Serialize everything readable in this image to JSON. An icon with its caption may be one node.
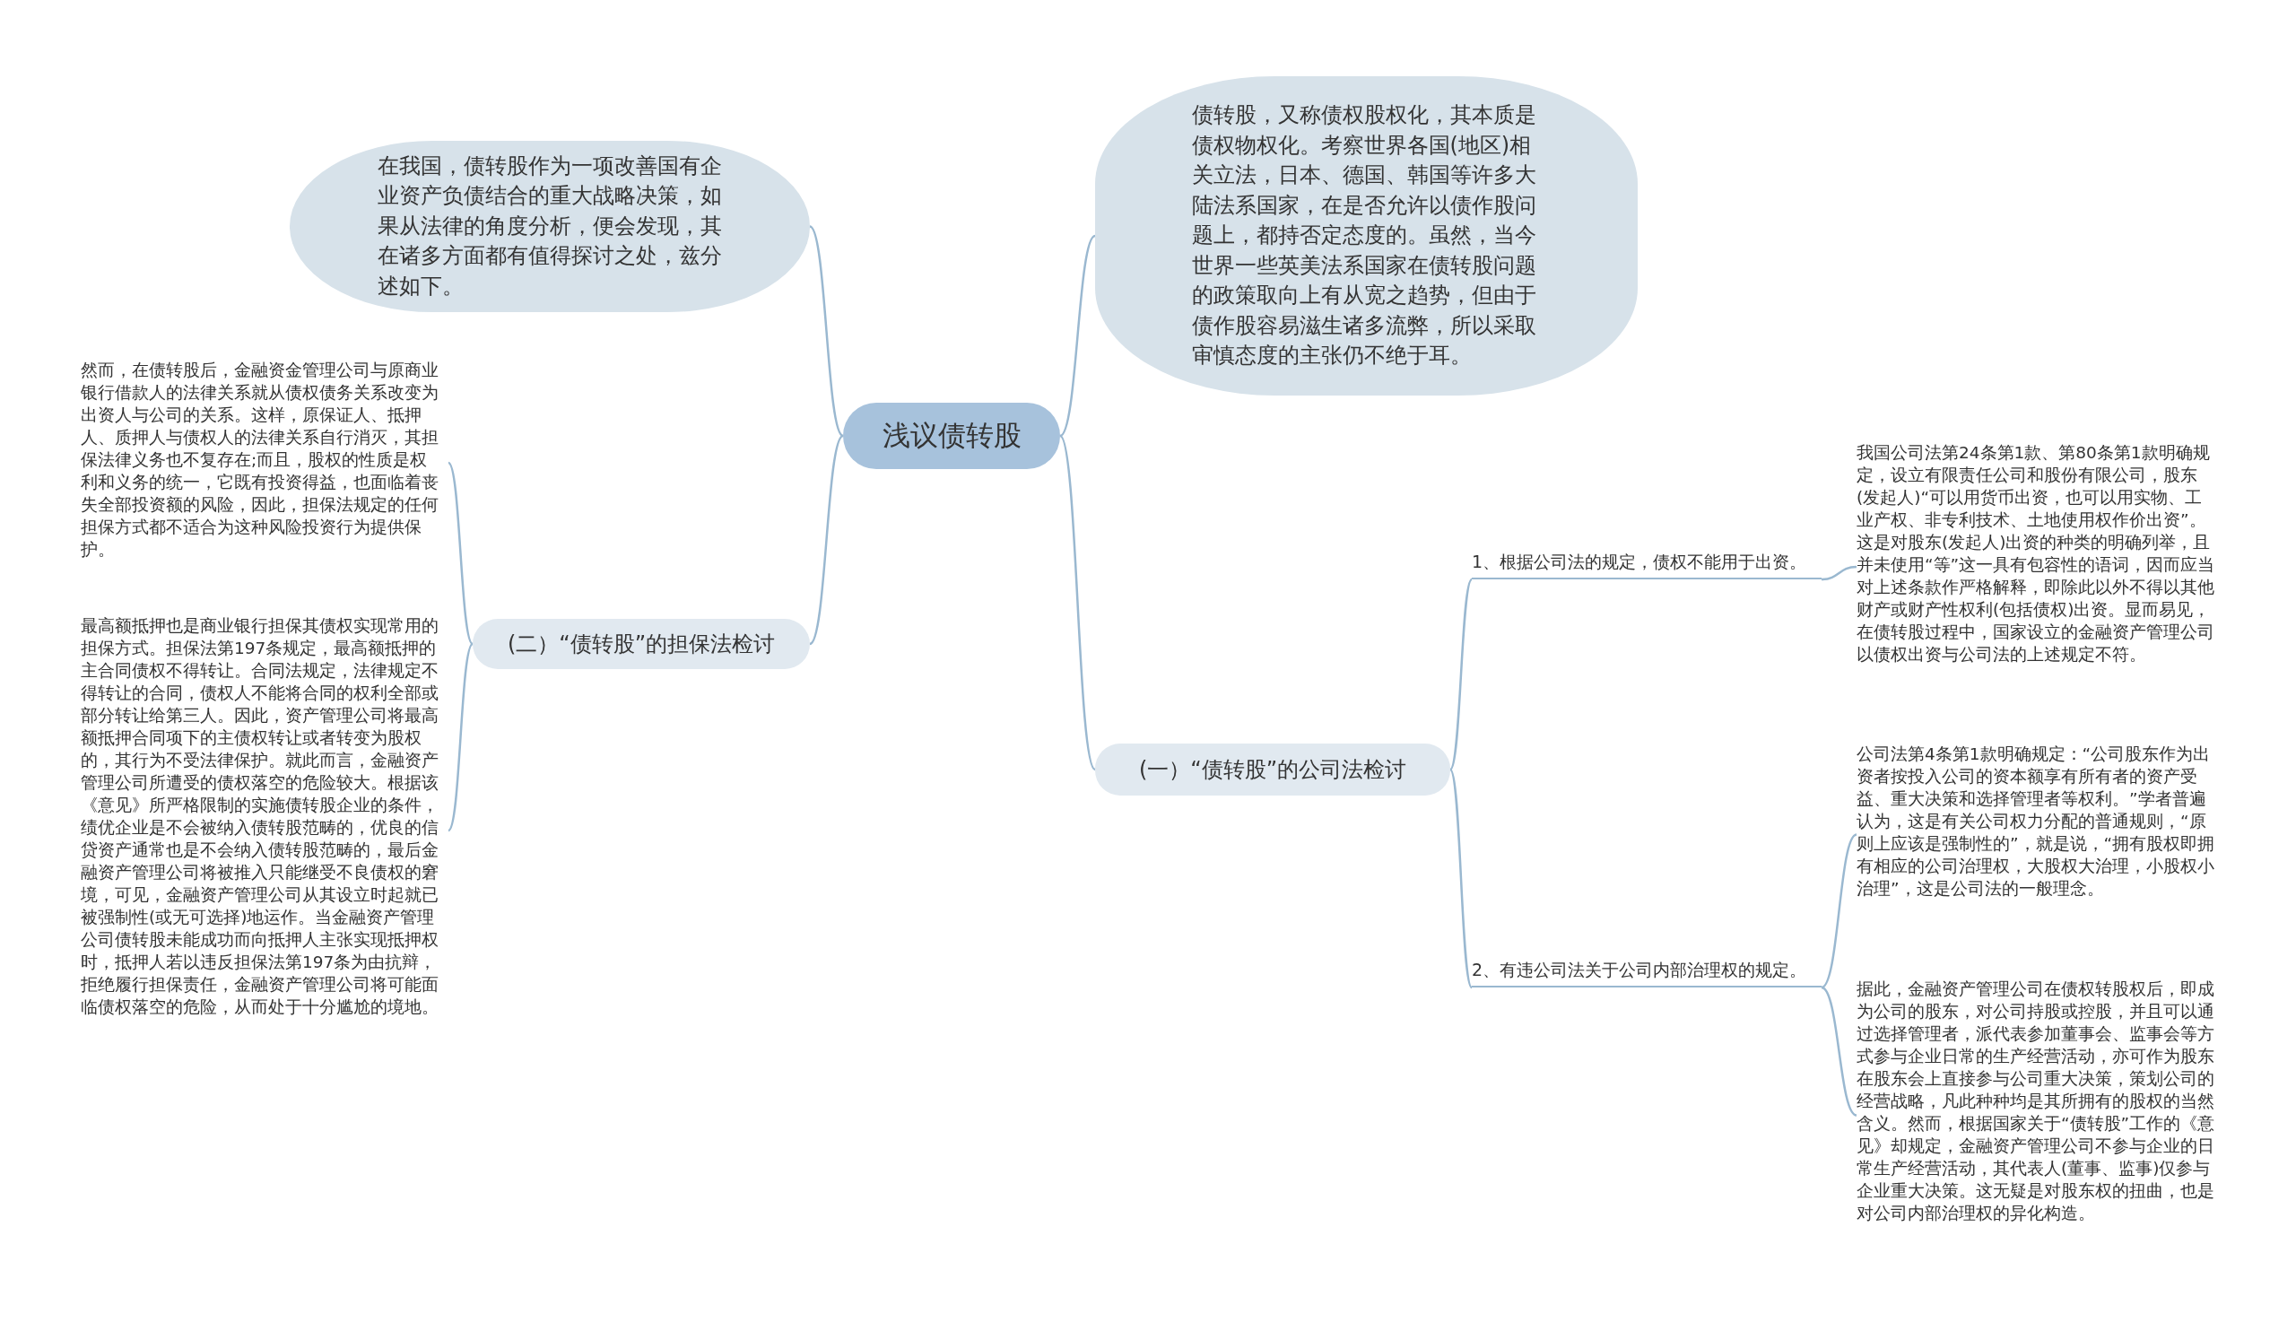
{
  "diagram": {
    "nodes": [
      {
        "text": [
          "浅议债转股"
        ]
      },
      {
        "text": [
          "在我国，债转股作为一项改善国有企业资产负债结合的重大战略决策，如果从法律的角度分析，便会发现，其在诸多方面都有值得探讨之处，兹分述如下。"
        ]
      },
      {
        "text": [
          "债转股，又称债权股权化，其本质是债权物权化。考察世界各国(地区)相关立法，日本、德国、韩国等许多大陆法系国家，在是否允许以债作股问题上，都持否定态度的。虽然，当今世界一些英美法系国家在债转股问题的政策取向上有从宽之趋势，但由于债作股容易滋生诸多流弊，所以采取审慎态度的主张仍不绝于耳。"
        ]
      },
      {
        "text": [
          "(二）“债转股”的担保法检讨"
        ]
      },
      {
        "text": [
          "然而，在债转股后，金融资金管理公司与原商业银行借款人的法律关系就从债权债务关系改变为出资人与公司的关系。这样，原保证人、抵押人、质押人与债权人的法律关系自行消灭，其担保法律义务也不复存在;而且，股权的性质是权利和义务的统一，它既有投资得益，也面临着丧失全部投资额的风险，因此，担保法规定的任何担保方式都不适合为这种风险投资行为提供保护。"
        ]
      },
      {
        "text": [
          "最高额抵押也是商业银行担保其债权实现常用的担保方式。担保法第197条规定，最高额抵押的主合同债权不得转让。合同法规定，法律规定不得转让的合同，债权人不能将合同的权利全部或部分转让给第三人。因此，资产管理公司将最高额抵押合同项下的主债权转让或者转变为股权的，其行为不受法律保护。就此而言，金融资产管理公司所遭受的债权落空的危险较大。根据该《意见》所严格限制的实施债转股企业的条件，绩优企业是不会被纳入债转股范畴的，优良的信贷资产通常也是不会纳入债转股范畴的，最后金融资产管理公司将被推入只能继受不良债权的窘境，可见，金融资产管理公司从其设立时起就已被强制性(或无可选择)地运作。当金融资产管理公司债转股未能成功而向抵押人主张实现抵押权时，抵押人若以违反担保法第197条为由抗辩，拒绝履行担保责任，金融资产管理公司将可能面临债权落空的危险，从而处于十分尴尬的境地。"
        ]
      },
      {
        "text": [
          "(一）“债转股”的公司法检讨"
        ]
      },
      {
        "text": [
          "1、根据公司法的规定，债权不能用于出资。"
        ]
      },
      {
        "text": [
          "我国公司法第24条第1款、第80条第1款明确规定，设立有限责任公司和股份有限公司，股东(发起人)“可以用货币出资，也可以用实物、工业产权、非专利技术、土地使用权作价出资”。这是对股东(发起人)出资的种类的明确列举，且并未使用“等”这一具有包容性的语词，因而应当对上述条款作严格解释，即除此以外不得以其他财产或财产性权利(包括债权)出资。显而易见，在债转股过程中，国家设立的金融资产管理公司以债权出资与公司法的上述规定不符。"
        ]
      },
      {
        "text": [
          "2、有违公司法关于公司内部治理权的规定。"
        ]
      },
      {
        "text": [
          "公司法第4条第1款明确规定：“公司股东作为出资者按投入公司的资本额享有所有者的资产受益、重大决策和选择管理者等权利。”学者普遍认为，这是有关公司权力分配的普通规则，“原则上应该是强制性的”，就是说，“拥有股权即拥有相应的公司治理权，大股权大治理，小股权小治理”，这是公司法的一般理念。"
        ]
      },
      {
        "text": [
          "据此，金融资产管理公司在债权转股权后，即成为公司的股东，对公司持股或控股，并且可以通过选择管理者，派代表参加董事会、监事会等方式参与企业日常的生产经营活动，亦可作为股东在股东会上直接参与公司重大决策，策划公司的经营战略，凡此种种均是其所拥有的股权的当然含义。然而，根据国家关于“债转股”工作的《意见》却规定，金融资产管理公司不参与企业的日常生产经营活动，其代表人(董事、监事)仅参与企业重大决策。这无疑是对股东权的扭曲，也是对公司内部治理权的异化构造。"
        ]
      }
    ],
    "edges": [
      {
        "from": 0,
        "to": 1,
        "arrow": "none"
      },
      {
        "from": 0,
        "to": 2,
        "arrow": "none"
      },
      {
        "from": 0,
        "to": 3,
        "arrow": "none"
      },
      {
        "from": 0,
        "to": 6,
        "arrow": "none"
      },
      {
        "from": 3,
        "to": 4,
        "arrow": "none"
      },
      {
        "from": 3,
        "to": 5,
        "arrow": "none"
      },
      {
        "from": 6,
        "to": 7,
        "arrow": "none"
      },
      {
        "from": 6,
        "to": 9,
        "arrow": "none"
      },
      {
        "from": 7,
        "to": 8,
        "arrow": "none"
      },
      {
        "from": 9,
        "to": 10,
        "arrow": "none"
      },
      {
        "from": 9,
        "to": 11,
        "arrow": "none"
      }
    ]
  }
}
